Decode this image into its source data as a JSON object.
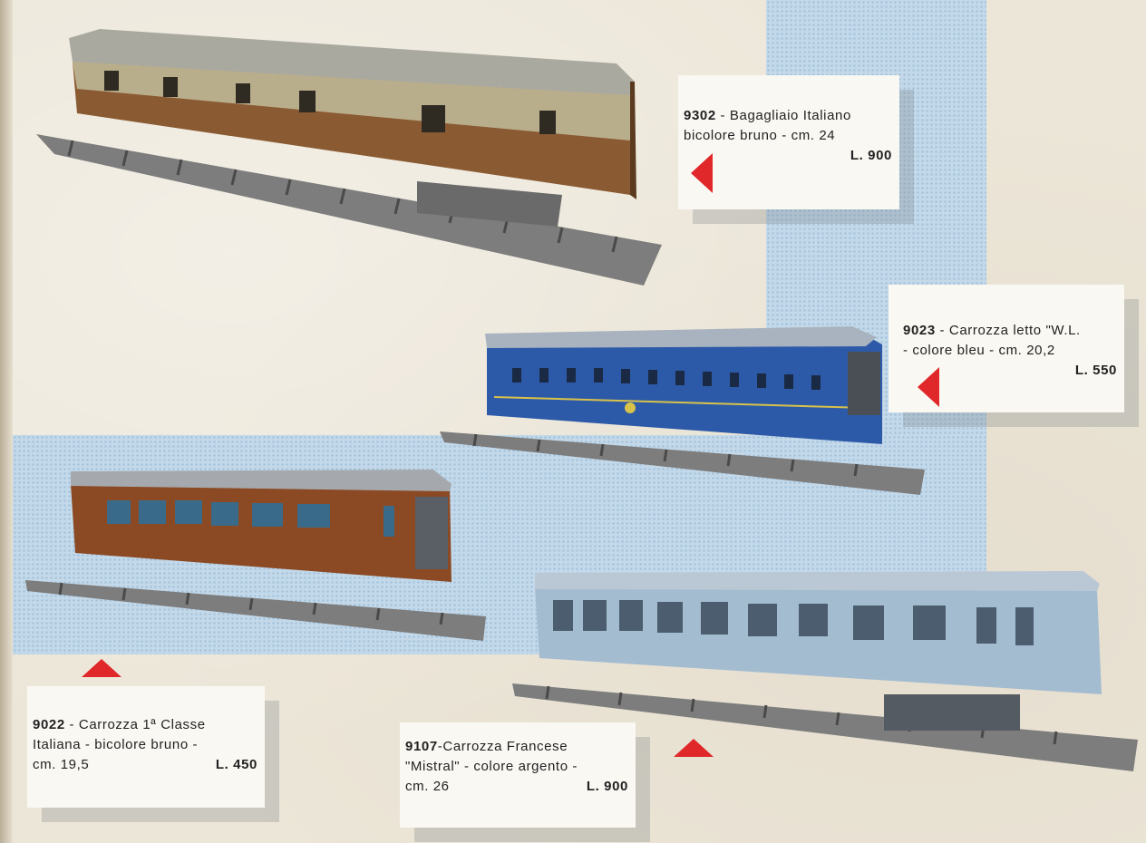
{
  "colors": {
    "accent_red": "#e0282a",
    "halftone_blue": "#c3d9ea",
    "paper": "#ece6d8"
  },
  "items": [
    {
      "code": "9302",
      "line1": "Bagagliaio Italiano",
      "line2": "bicolore bruno - cm. 24",
      "line3": "",
      "price": "L. 900",
      "icon": "baggage-car-image"
    },
    {
      "code": "9023",
      "line1": "Carrozza letto \"W.L.",
      "line2": "- colore bleu - cm. 20,2",
      "line3": "",
      "price": "L. 550",
      "icon": "sleeping-car-image"
    },
    {
      "code": "9022",
      "line1": "Carrozza 1ª Classe",
      "line2": "Italiana - bicolore bruno -",
      "line3": "cm. 19,5",
      "price": "L. 450",
      "icon": "first-class-car-image"
    },
    {
      "code": "9107",
      "line1": "Carrozza Francese",
      "line2": "\"Mistral\" - colore argento -",
      "line3": "cm. 26",
      "price": "L. 900",
      "icon": "mistral-car-image"
    }
  ]
}
